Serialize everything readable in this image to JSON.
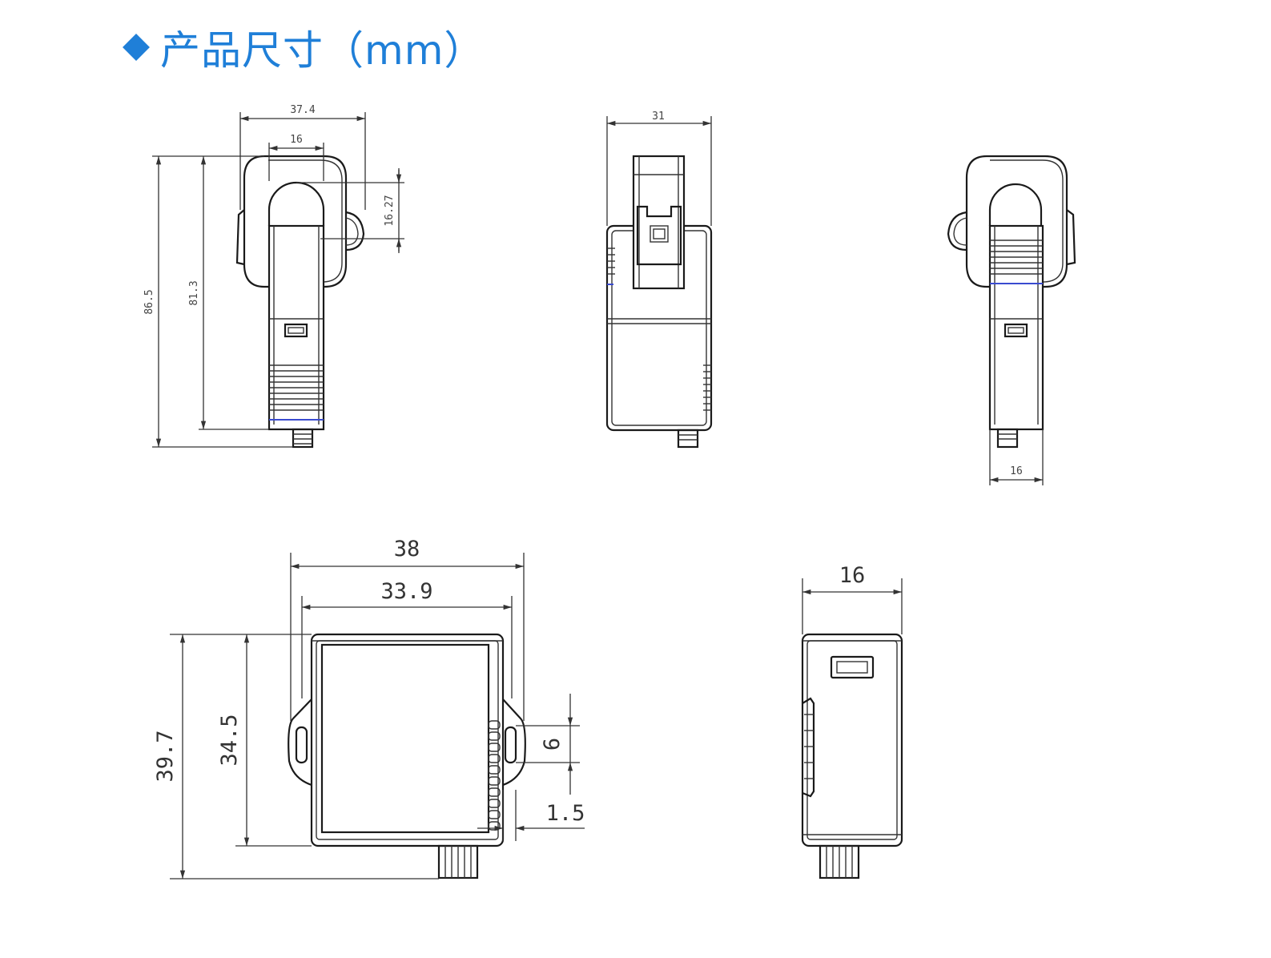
{
  "header": {
    "title": "产品尺寸（mm）"
  },
  "dimensions": {
    "view1_width": "37.4",
    "view1_inner": "16",
    "view1_hole": "16.27",
    "view1_total_height": "86.5",
    "view1_body_height": "81.3",
    "view2_width": "31",
    "view3_width": "16",
    "view4_outer": "38",
    "view4_inner": "33.9",
    "view4_total_height": "39.7",
    "view4_body_height": "34.5",
    "view4_slot": "6",
    "view4_offset": "1.5",
    "view5_width": "16"
  },
  "colors": {
    "title": "#1f7fd8",
    "line": "#1a1a1a",
    "accent_stripe": "#3a4bd0"
  }
}
